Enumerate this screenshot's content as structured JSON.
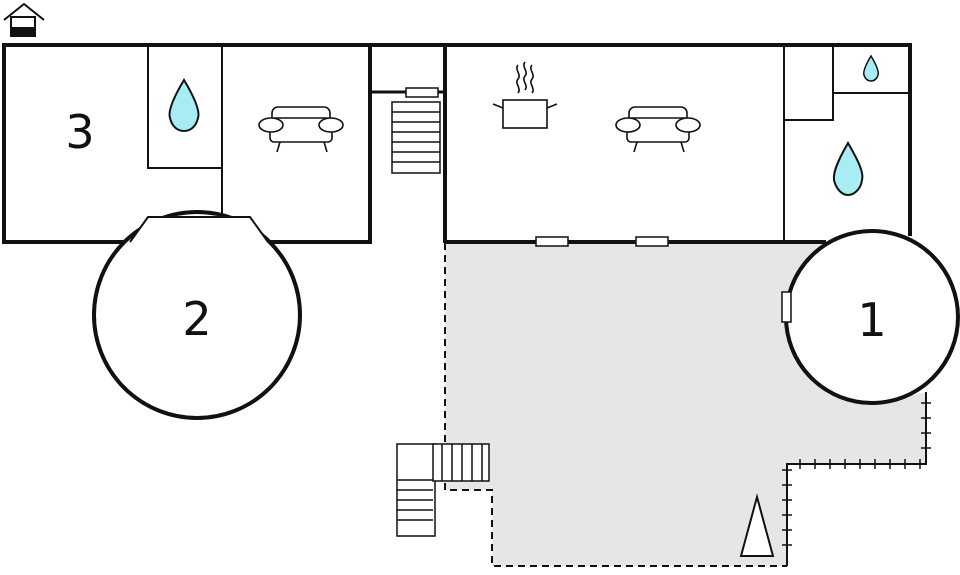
{
  "rooms": [
    {
      "id": "room-1",
      "label": "1"
    },
    {
      "id": "room-2",
      "label": "2"
    },
    {
      "id": "room-3",
      "label": "3"
    }
  ],
  "icons": [
    "house-icon",
    "water-drop-icon",
    "sofa-icon",
    "cooking-pot-icon",
    "stairs-icon",
    "compass-north-icon"
  ],
  "colors": {
    "wall": "#111111",
    "terrace": "#e6e6e6",
    "water": "#a8ecf4"
  }
}
